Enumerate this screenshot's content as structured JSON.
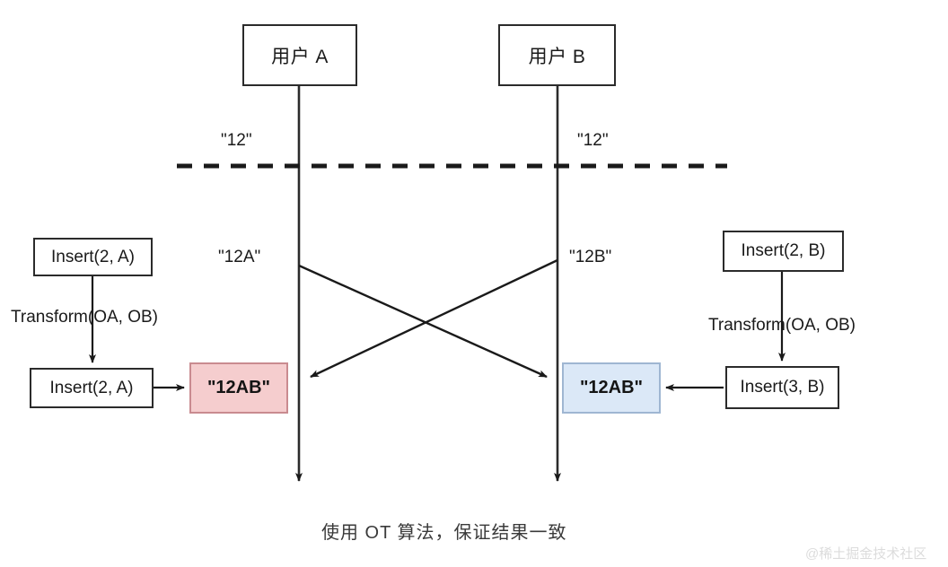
{
  "diagram": {
    "title_caption": "使用 OT 算法，保证结果一致",
    "watermark": "@稀土掘金技术社区",
    "colors": {
      "stroke": "#2b2b2b",
      "result_red_fill": "#f5cdce",
      "result_red_border": "#c98b90",
      "result_blue_fill": "#dbe8f7",
      "result_blue_border": "#9fb6d2",
      "text": "#1a1a1a",
      "caption_text": "#3a3a3a",
      "watermark_text": "#dcdcdc"
    },
    "actors": [
      {
        "label": "用户 A"
      },
      {
        "label": "用户 B"
      }
    ],
    "lifeline_labels": {
      "left_initial": "\"12\"",
      "right_initial": "\"12\"",
      "left_after_edit": "\"12A\"",
      "right_after_edit": "\"12B\""
    },
    "left_branch": {
      "operation_before": "Insert(2, A)",
      "transform_label": "Transform(OA, OB)",
      "operation_after": "Insert(2, A)",
      "result": "\"12AB\""
    },
    "right_branch": {
      "operation_before": "Insert(2, B)",
      "transform_label": "Transform(OA, OB)",
      "operation_after": "Insert(3, B)",
      "result": "\"12AB\""
    }
  }
}
